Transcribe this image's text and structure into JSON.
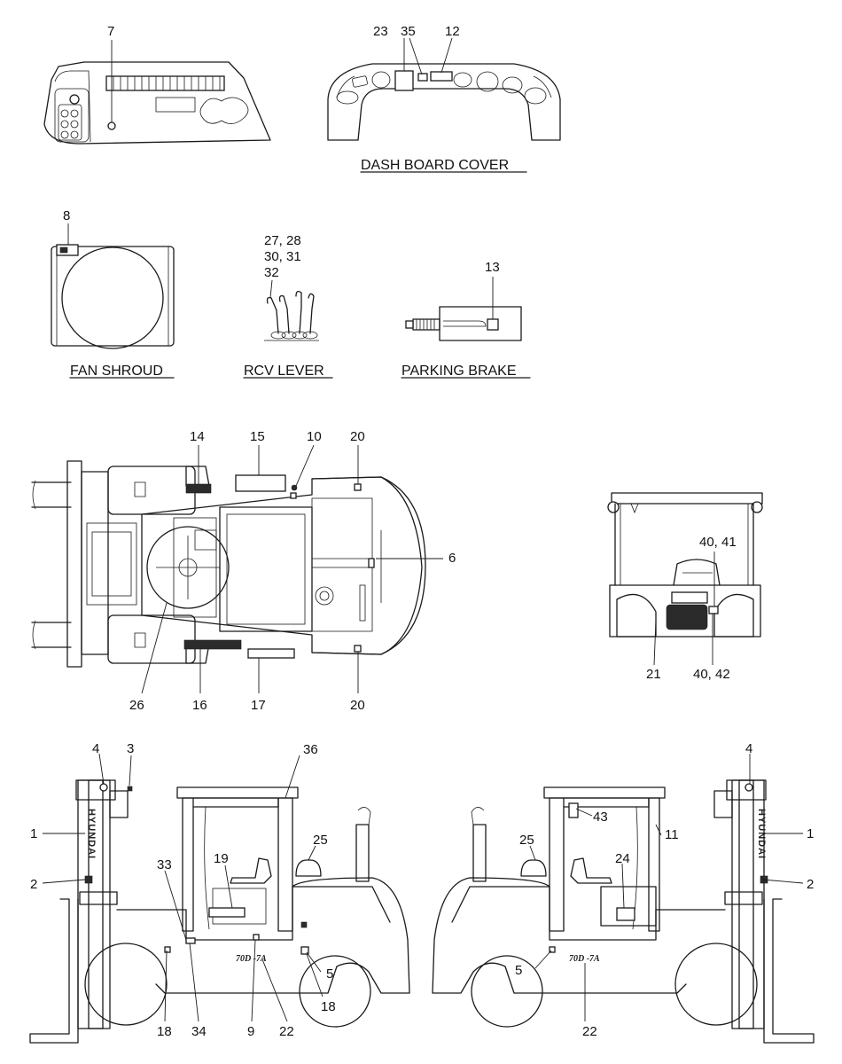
{
  "views": {
    "dash_board_cover": {
      "title": "DASH BOARD COVER"
    },
    "fan_shroud": {
      "title": "FAN SHROUD"
    },
    "rcv_lever": {
      "title": "RCV LEVER"
    },
    "parking_brake": {
      "title": "PARKING BRAKE"
    }
  },
  "decals": {
    "brand_name": "HYUNDAI",
    "model_name": "70D -7A"
  },
  "callouts": {
    "c1_left": "1",
    "c1_right": "1",
    "c2_left": "2",
    "c2_right": "2",
    "c3": "3",
    "c4_left": "4",
    "c4_right": "4",
    "c5_left": "5",
    "c5_right": "5",
    "c6": "6",
    "c7": "7",
    "c8": "8",
    "c9": "9",
    "c10": "10",
    "c11": "11",
    "c12": "12",
    "c13": "13",
    "c14": "14",
    "c15": "15",
    "c16": "16",
    "c17": "17",
    "c18_a": "18",
    "c18_b": "18",
    "c19": "19",
    "c20_top": "20",
    "c20_bottom": "20",
    "c21": "21",
    "c22_left": "22",
    "c22_right": "22",
    "c23": "23",
    "c24": "24",
    "c25_left": "25",
    "c25_right": "25",
    "c26": "26",
    "c27_28": "27, 28",
    "c30_31": "30, 31",
    "c32": "32",
    "c33": "33",
    "c34": "34",
    "c35": "35",
    "c36": "36",
    "c40_41": "40, 41",
    "c40_42": "40, 42",
    "c43": "43"
  }
}
